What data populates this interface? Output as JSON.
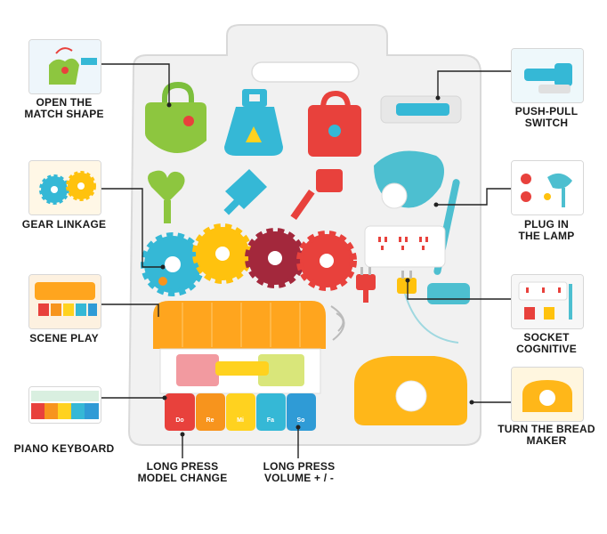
{
  "callouts": {
    "open_match_shape": [
      "OPEN THE",
      "MATCH SHAPE"
    ],
    "gear_linkage": [
      "GEAR LINKAGE"
    ],
    "scene_play": [
      "SCENE PLAY"
    ],
    "piano_keyboard": [
      "PIANO KEYBOARD"
    ],
    "long_press_model": [
      "LONG PRESS",
      "MODEL CHANGE"
    ],
    "long_press_volume": [
      "LONG PRESS",
      "VOLUME + / -"
    ],
    "push_pull_switch": [
      "PUSH-PULL",
      "SWITCH"
    ],
    "plug_in_lamp": [
      "PLUG IN",
      "THE LAMP"
    ],
    "socket_cognitive": [
      "SOCKET",
      "COGNITIVE"
    ],
    "turn_bread_maker": [
      "TURN THE BREAD",
      "MAKER"
    ]
  },
  "piano_keys": [
    "Do",
    "Re",
    "Mi",
    "Fa",
    "So"
  ],
  "colors": {
    "green": "#8dc63f",
    "blue": "#35b8d6",
    "red": "#e8413c",
    "orange": "#f7941d",
    "yellow": "#ffd21f",
    "maroon": "#a3283c",
    "board": "#f3f3f3"
  }
}
